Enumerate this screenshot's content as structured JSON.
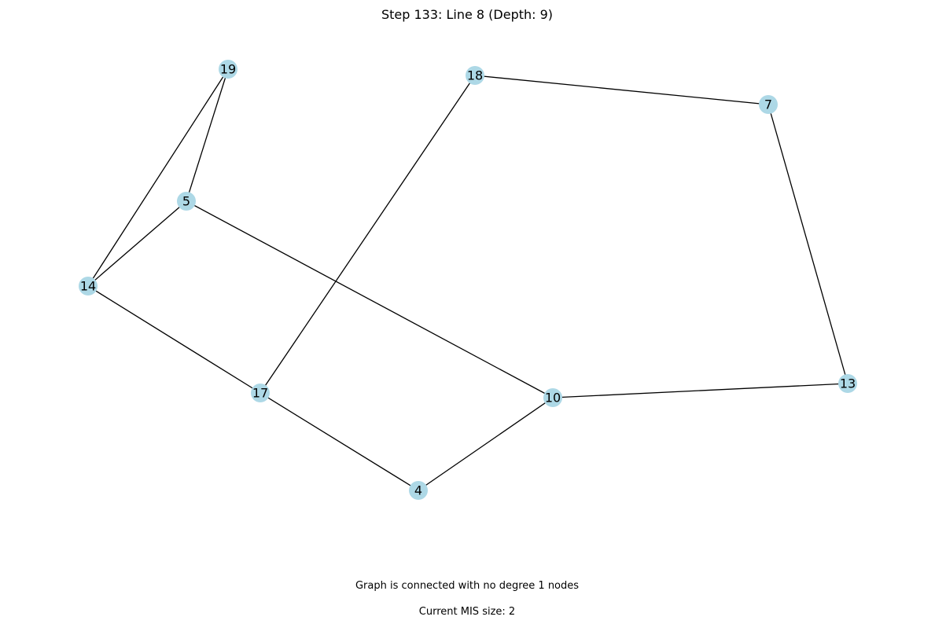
{
  "title": "Step 133: Line 8 (Depth: 9)",
  "status_line": "Graph is connected with no degree 1 nodes",
  "mis_line": "Current MIS size: 2",
  "colors": {
    "node_fill": "#add8e6",
    "edge": "#000000",
    "text": "#000000"
  },
  "graph": {
    "nodes": [
      {
        "id": "19",
        "label": "19"
      },
      {
        "id": "18",
        "label": "18"
      },
      {
        "id": "7",
        "label": "7"
      },
      {
        "id": "5",
        "label": "5"
      },
      {
        "id": "14",
        "label": "14"
      },
      {
        "id": "17",
        "label": "17"
      },
      {
        "id": "10",
        "label": "10"
      },
      {
        "id": "13",
        "label": "13"
      },
      {
        "id": "4",
        "label": "4"
      }
    ],
    "edges": [
      [
        "19",
        "5"
      ],
      [
        "19",
        "14"
      ],
      [
        "5",
        "14"
      ],
      [
        "5",
        "10"
      ],
      [
        "18",
        "7"
      ],
      [
        "18",
        "17"
      ],
      [
        "7",
        "13"
      ],
      [
        "14",
        "17"
      ],
      [
        "17",
        "4"
      ],
      [
        "4",
        "10"
      ],
      [
        "10",
        "13"
      ]
    ]
  }
}
